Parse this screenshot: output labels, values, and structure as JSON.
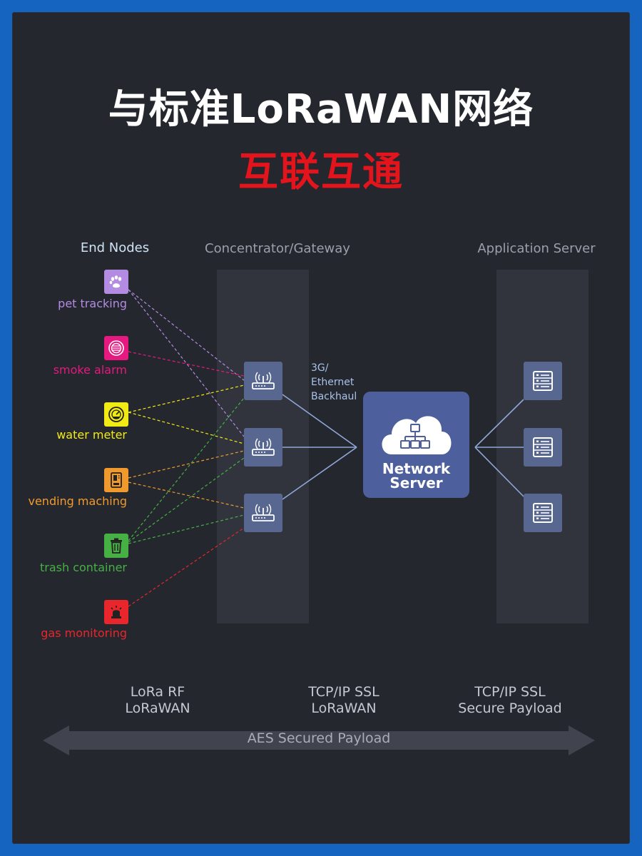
{
  "title": {
    "line1": "与标准LoRaWAN网络",
    "line2": "互联互通"
  },
  "columns": {
    "end_nodes": "End Nodes",
    "gateway": "Concentrator/Gateway",
    "app_server": "Application Server"
  },
  "nodes": [
    {
      "label": "pet tracking",
      "color": "#b48be3",
      "icon": "paw-icon"
    },
    {
      "label": "smoke alarm",
      "color": "#e5197f",
      "icon": "smoke-alarm-icon"
    },
    {
      "label": "water meter",
      "color": "#f1ea14",
      "icon": "water-meter-icon"
    },
    {
      "label": "vending maching",
      "color": "#f09a2e",
      "icon": "vending-machine-icon"
    },
    {
      "label": "trash container",
      "color": "#46b045",
      "icon": "trash-icon"
    },
    {
      "label": "gas monitoring",
      "color": "#e8262b",
      "icon": "alarm-light-icon"
    }
  ],
  "backhaul": {
    "line1": "3G/",
    "line2": "Ethernet",
    "line3": "Backhaul"
  },
  "network_server": {
    "line1": "Network",
    "line2": "Server",
    "icon": "cloud-network-icon"
  },
  "protocols": [
    {
      "line1": "LoRa RF",
      "line2": "LoRaWAN"
    },
    {
      "line1": "TCP/IP SSL",
      "line2": "LoRaWAN"
    },
    {
      "line1": "TCP/IP SSL",
      "line2": "Secure Payload"
    }
  ],
  "aes_label": "AES Secured Payload",
  "colors": {
    "background": "#25272e",
    "border": "#1565c0",
    "title_red": "#e3141b",
    "box": "#58678f",
    "network_server": "#4d5f9c",
    "link": "#8fa8d8"
  }
}
